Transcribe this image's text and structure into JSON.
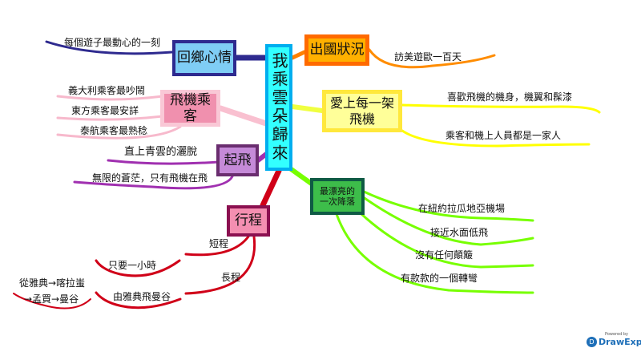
{
  "central": {
    "label": "我乘雲朵歸來",
    "color": "#00aeef"
  },
  "branches": {
    "homesick": {
      "label": "回鄉心情",
      "items": [
        "每個遊子最動心的一刻"
      ],
      "color": "#2e2a8f"
    },
    "passengers": {
      "label": "飛機乘客",
      "items": [
        "義大利乘客最吵鬧",
        "東方乘客最安詳",
        "泰航乘客最熟稔"
      ],
      "color": "#f7b9cc"
    },
    "takeoff": {
      "label": "起飛",
      "items": [
        "直上青雲的灑脫",
        "無限的蒼茫，只有飛機在飛"
      ],
      "color": "#a030b0"
    },
    "itinerary": {
      "label": "行程",
      "items": [
        "短程",
        "只要一小時",
        "長程",
        "由雅典飛曼谷",
        "從雅典→喀拉蚩",
        "→孟買→曼谷"
      ],
      "color": "#d00018"
    },
    "abroad": {
      "label": "出國狀況",
      "items": [
        "訪美遊歐一百天"
      ],
      "color": "#ff8000"
    },
    "love": {
      "label_line1": "愛上每一架",
      "label_line2": "飛機",
      "items": [
        "喜歡飛機的機身，機翼和髹漆",
        "乘客和機上人員都是一家人"
      ],
      "color": "#ffff00"
    },
    "landing": {
      "label_line1": "最漂亮的",
      "label_line2": "一次降落",
      "items": [
        "在紐約拉瓜地亞機場",
        "接近水面低飛",
        "沒有任何顛簸",
        "有款款的一個轉彎"
      ],
      "color": "#77ff00"
    }
  },
  "logo": {
    "powered": "Powered by",
    "name": "DrawExpress"
  }
}
